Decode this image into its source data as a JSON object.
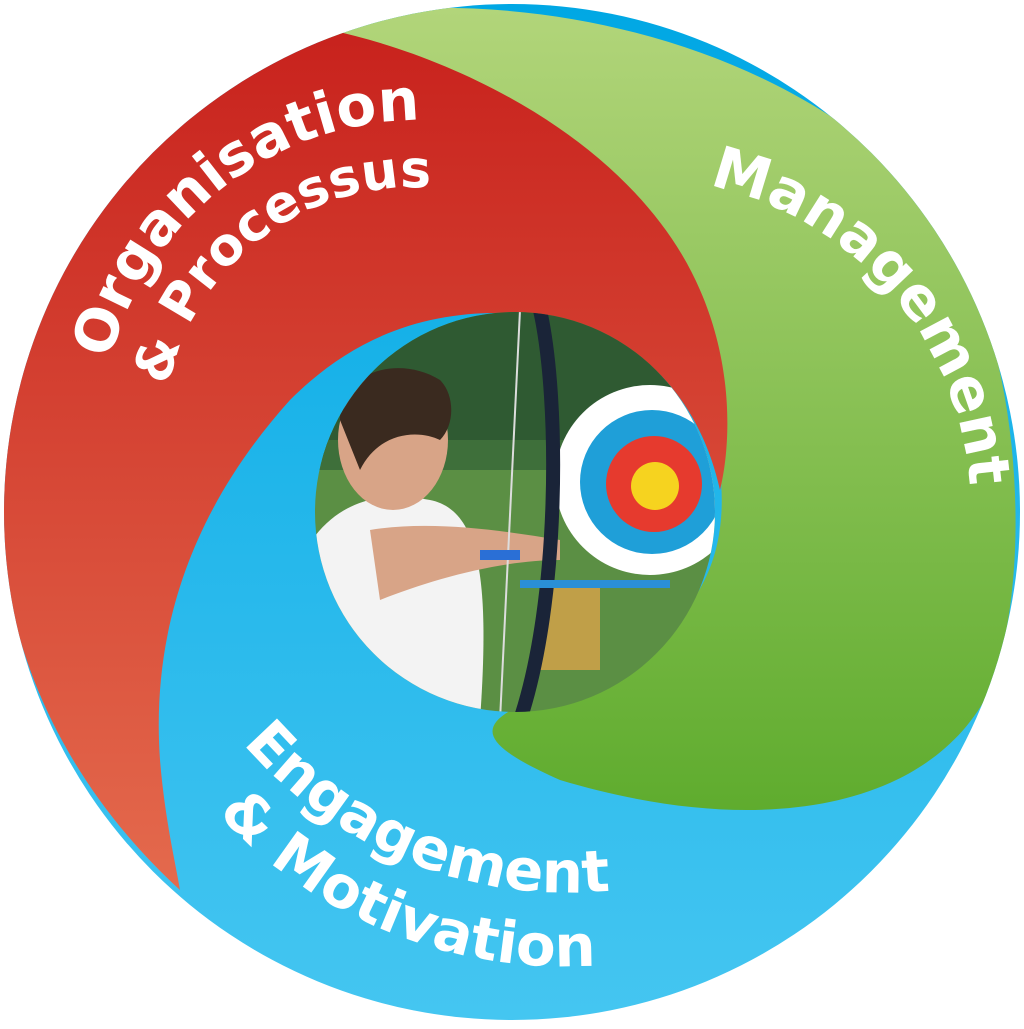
{
  "segments": [
    {
      "id": "organisation",
      "lines": [
        "Organisation",
        "& Processus"
      ],
      "color_light": "#e46a4d",
      "color_dark": "#c8221d"
    },
    {
      "id": "management",
      "lines": [
        "Management"
      ],
      "color_light": "#b2d57a",
      "color_dark": "#5fac2e"
    },
    {
      "id": "engagement",
      "lines": [
        "Engagement",
        "& Motivation"
      ],
      "color_light": "#45c6f1",
      "color_dark": "#00a7e4"
    }
  ],
  "center_image": {
    "subject": "archer aiming at target",
    "target_colors": [
      "#ffffff",
      "#1f9fd8",
      "#e63a2e",
      "#f6d31f"
    ],
    "grass": "#4e8a3a"
  }
}
